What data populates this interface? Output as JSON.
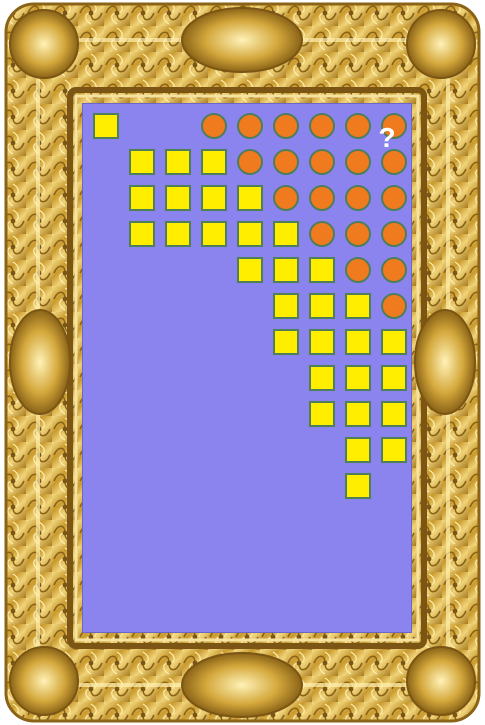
{
  "puzzle": {
    "question_symbol": "?",
    "colors": {
      "background": "#8b83ee",
      "square": "#ffee00",
      "circle": "#f07a1e",
      "outline": "#4e7f5a",
      "frame": "#d8b24a"
    },
    "columns": [
      {
        "index": 1,
        "squares": 1,
        "circles": 0
      },
      {
        "index": 2,
        "squares": 3,
        "circles": 0
      },
      {
        "index": 3,
        "squares": 3,
        "circles": 0
      },
      {
        "index": 4,
        "squares": 3,
        "circles": 1
      },
      {
        "index": 5,
        "squares": 3,
        "circles": 2
      },
      {
        "index": 6,
        "squares": 4,
        "circles": 3
      },
      {
        "index": 7,
        "squares": 5,
        "circles": 4
      },
      {
        "index": 8,
        "squares": 6,
        "circles": 5
      },
      {
        "index": 9,
        "squares": 4,
        "circles": 6
      }
    ]
  }
}
